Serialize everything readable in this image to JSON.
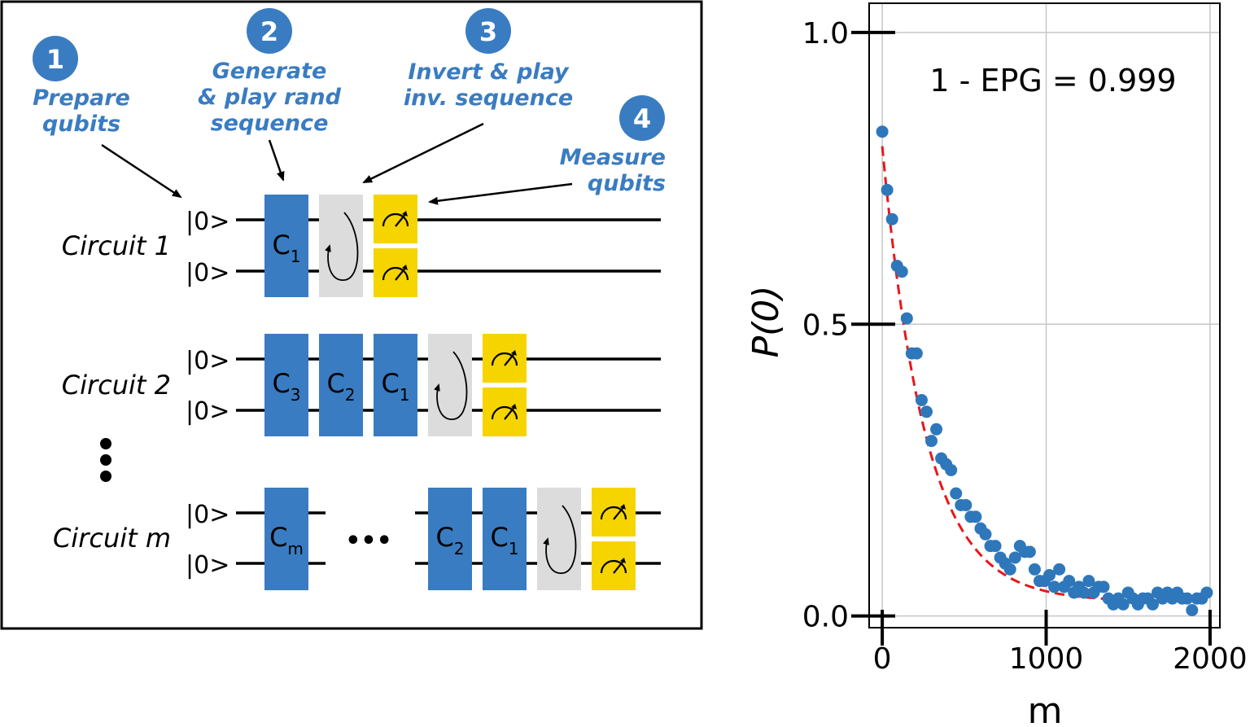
{
  "colors": {
    "step_blue": "#3a7cc1",
    "gate_blue": "#3a7cc1",
    "inverse_gray": "#dcdcdc",
    "measure_yellow": "#f5d400",
    "fit_red": "#e8161b",
    "point_blue": "#2f77bb",
    "grid_gray": "#c7c7c7",
    "wire_black": "#000000"
  },
  "steps": [
    {
      "number": "1",
      "line1": "Prepare",
      "line2": "qubits"
    },
    {
      "number": "2",
      "line1": "Generate",
      "line2": "& play rand",
      "line3": "sequence"
    },
    {
      "number": "3",
      "line1": "Invert & play",
      "line2": "inv. sequence"
    },
    {
      "number": "4",
      "line1": "Measure",
      "line2": "qubits"
    }
  ],
  "ket": "|0>",
  "ellipsis": "•••",
  "circuits": [
    {
      "label": "Circuit 1",
      "gates": [
        {
          "base": "C",
          "sub": "1"
        }
      ]
    },
    {
      "label": "Circuit 2",
      "gates": [
        {
          "base": "C",
          "sub": "3"
        },
        {
          "base": "C",
          "sub": "2"
        },
        {
          "base": "C",
          "sub": "1"
        }
      ]
    },
    {
      "label": "Circuit m",
      "gates": [
        {
          "base": "C",
          "sub": "m"
        },
        {
          "base": "C",
          "sub": "2"
        },
        {
          "base": "C",
          "sub": "1"
        }
      ]
    }
  ],
  "chart_data": {
    "type": "scatter",
    "xlabel": "m",
    "ylabel": "P(0)",
    "annotation": "1 - EPG = 0.999",
    "xlim": [
      -80,
      2060
    ],
    "ylim": [
      -0.02,
      1.05
    ],
    "xticks": [
      0,
      1000,
      2000
    ],
    "xtick_labels": [
      "0",
      "1000",
      "2000"
    ],
    "yticks": [
      0.0,
      0.5,
      1.0
    ],
    "ytick_labels": [
      "0.0",
      "0.5",
      "1.0"
    ],
    "grid": true,
    "fit": {
      "type": "exponential",
      "A": 0.78,
      "decay_per_m": 0.0038,
      "B": 0.025,
      "style": "dashed"
    },
    "x": [
      0,
      30,
      60,
      90,
      120,
      150,
      180,
      210,
      240,
      270,
      300,
      330,
      360,
      390,
      420,
      450,
      480,
      510,
      540,
      570,
      600,
      630,
      660,
      690,
      720,
      750,
      780,
      810,
      840,
      870,
      900,
      930,
      960,
      990,
      1020,
      1050,
      1080,
      1110,
      1140,
      1170,
      1200,
      1230,
      1260,
      1290,
      1320,
      1350,
      1380,
      1410,
      1440,
      1470,
      1500,
      1530,
      1560,
      1590,
      1620,
      1650,
      1680,
      1710,
      1740,
      1770,
      1800,
      1830,
      1860,
      1890,
      1920,
      1950,
      1980
    ],
    "y": [
      0.83,
      0.73,
      0.68,
      0.6,
      0.59,
      0.51,
      0.45,
      0.45,
      0.37,
      0.35,
      0.3,
      0.32,
      0.27,
      0.26,
      0.25,
      0.21,
      0.19,
      0.19,
      0.17,
      0.17,
      0.15,
      0.14,
      0.12,
      0.12,
      0.1,
      0.09,
      0.08,
      0.1,
      0.12,
      0.11,
      0.11,
      0.08,
      0.06,
      0.06,
      0.07,
      0.05,
      0.08,
      0.05,
      0.06,
      0.04,
      0.05,
      0.04,
      0.06,
      0.04,
      0.05,
      0.05,
      0.03,
      0.02,
      0.03,
      0.02,
      0.04,
      0.03,
      0.02,
      0.03,
      0.03,
      0.02,
      0.04,
      0.03,
      0.04,
      0.03,
      0.04,
      0.03,
      0.03,
      0.01,
      0.03,
      0.03,
      0.04
    ]
  }
}
